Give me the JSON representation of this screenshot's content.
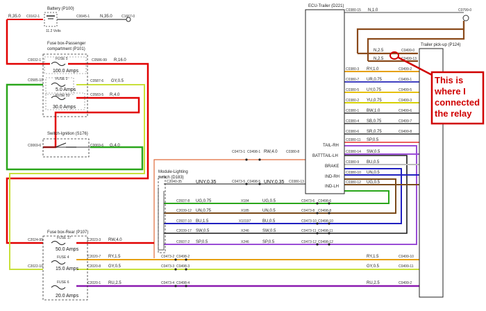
{
  "components": {
    "battery": "Battery (P100)",
    "battery_voltage": "11.2 Volts",
    "fusebox_pass_1": "Fuse box-Passenger",
    "fusebox_pass_2": "compartment (P101)",
    "fuse5_name": "FUSE 5",
    "fuse5_amps": "100.0 Amps",
    "fuse2_name": "FUSE 2",
    "fuse2_amps": "5.0 Amps",
    "fuse53_name": "FUSE 53",
    "fuse53_amps": "30.0 Amps",
    "switch_ign": "Switch-Ignition (S176)",
    "module_light_1": "Module-Lighting",
    "module_light_2": "switch (D183)",
    "fusebox_rear": "Fuse box-Rear (P107)",
    "fuse17_name": "FUSE 17",
    "fuse17_amps": "50.0 Amps",
    "fuse4_name": "FUSE 4",
    "fuse4_amps": "15.0 Amps",
    "fuse6_name": "FUSE 6",
    "fuse6_amps": "20.0 Amps",
    "ecu_trailer": "ECU-Trailer (D221)",
    "trailer_pickup": "Trailer pick-up (P124)"
  },
  "connectors": {
    "c0162": "C0162-1",
    "c0045": "C0045-1",
    "c1667": "C1667-0",
    "c0032": "C0032-1",
    "c0586_99": "C0586-99",
    "c0585_10": "C0585-10",
    "c0587_6": "C0587-6",
    "c0583_5": "C0583-5",
    "c0069_6a": "C0069-6",
    "c0069_6b": "C0069-6",
    "c0473_1": "C0473-1",
    "c0498_1": "C0498-1",
    "c0380_8": "C0380-8",
    "c2040_35": "C2040-35",
    "c0473_5": "C0473-5",
    "c0498_5": "C0498-5",
    "c0380_13": "C0380-13",
    "c0937_8": "C0937-8",
    "c2039_12": "C2039-12",
    "c0937_10": "C0937-10",
    "c2039_17": "C2039-17",
    "c0937_2": "C0937-2",
    "x184": "X184",
    "x185": "X185",
    "x10197": "X10197",
    "x246a": "X246",
    "x246b": "X246",
    "c0473_6": "C0473-6",
    "c0498_6": "C0498-6",
    "c0473_8": "C0473-8",
    "c0498_8": "C0498-8",
    "c0473_10": "C0473-10",
    "c0498_10": "C0498-10",
    "c0473_11": "C0473-11",
    "c0498_11": "C0498-11",
    "c0473_12": "C0473-12",
    "c0498_12": "C0498-12",
    "c2024_99": "C2024-99",
    "c2023_3": "C2023-3",
    "c2022_10": "C2022-10",
    "c2020_7": "C2020-7",
    "c2020_8": "C2020-8",
    "c2020_1": "C2020-1",
    "c0473_2": "C0473-2",
    "c0498_2": "C0498-2",
    "c0473_3": "C0473-3",
    "c0498_3": "C0498-3",
    "c0473_4": "C0473-4",
    "c0498_4": "C0498-4",
    "c0380_15": "C0380-15",
    "c0799": "C0799-0",
    "c0499_0": "C0499-0",
    "c0499_13": "C0499-13",
    "c0499_10": "C0499-10",
    "c0499_11": "C0499-11",
    "c0499_2": "C0499-2",
    "c0380_11": "C0380-11",
    "c0380_14": "C0380-14",
    "c0380_9": "C0380-9",
    "c0380_10": "C0380-10",
    "c0380_12": "C0380-12"
  },
  "wires": {
    "r35": "R,35.0",
    "n35": "N,35.0",
    "r16": "R,16.0",
    "gy05": "GY,0.5",
    "r4": "R,4.0",
    "g4": "G,4.0",
    "rw4_top": "RW,4.0",
    "uny035_a": "UNY,0.35",
    "uny035_b": "UNY,0.35",
    "ug075": "UG,0.75",
    "un075": "UN,0.75",
    "bu15": "BU,1.5",
    "sw05": "SW,0.5",
    "sp05": "SP,0.5",
    "ug05": "UG,0.5",
    "un05": "UN,0.5",
    "bu05": "BU,0.5",
    "sw05b": "SW,0.5",
    "sp05b": "SP,0.5",
    "rw4_rear": "RW,4.0",
    "ry15": "RY,1.5",
    "gy05r": "GY,0.5",
    "ru25": "RU,2.5",
    "ry15r": "RY,1.5",
    "gy05rr": "GY,0.5",
    "ru25r": "RU,2.5",
    "n10": "N,1.0",
    "n25a": "N,2.5",
    "n25b": "N,2.5"
  },
  "ecu_pins": [
    {
      "conn": "C0380-3",
      "wire": "RY,1.0",
      "pin": "C0499-2"
    },
    {
      "conn": "C0380-7",
      "wire": "UR,0.75",
      "pin": "C0499-1"
    },
    {
      "conn": "C0380-5",
      "wire": "UY,0.75",
      "pin": "C0499-5"
    },
    {
      "conn": "C0380-2",
      "wire": "YU,0.75",
      "pin": "C0499-3"
    },
    {
      "conn": "C0380-1",
      "wire": "BW,1.0",
      "pin": "C0499-6"
    },
    {
      "conn": "C0380-4",
      "wire": "SB,0.75",
      "pin": "C0499-7"
    },
    {
      "conn": "C0380-6",
      "wire": "SR,0.75",
      "pin": "C0499-8"
    }
  ],
  "ecu_outputs": {
    "tail_rh": "TAIL-RH",
    "batttail_lh": "BATTTAIL-LH",
    "brake": "BRAKE",
    "ind_rh": "IND-RH",
    "ind_lh": "IND-LH",
    "sp05": "SP,0.5",
    "sw05": "SW,0.5",
    "bu05": "BU,0.5",
    "un05": "UN,0.5",
    "ug05": "UG,0.5"
  },
  "annotation": {
    "line1": "This is",
    "line2": "where I",
    "line3": "connected",
    "line4": "the relay"
  },
  "colors": {
    "annotation": "#d00000"
  }
}
